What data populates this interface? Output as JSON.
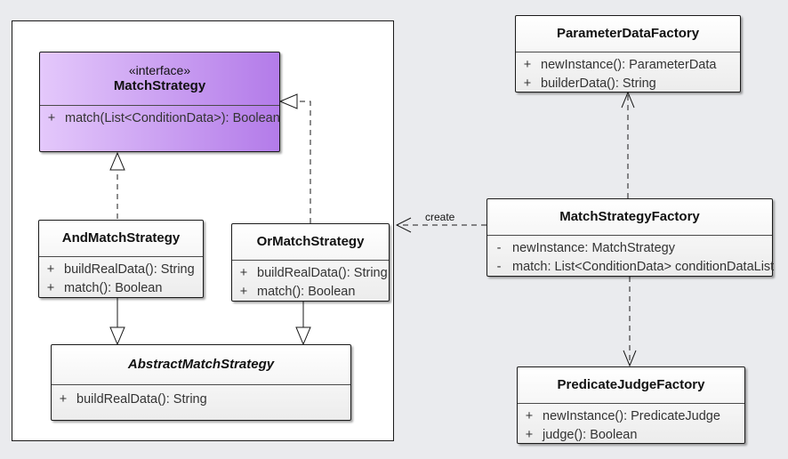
{
  "classes": {
    "match_strategy": {
      "stereotype": "«interface»",
      "name": "MatchStrategy",
      "members": [
        {
          "vis": "+",
          "text": "match(List<ConditionData>): Boolean"
        }
      ]
    },
    "and_match_strategy": {
      "name": "AndMatchStrategy",
      "members": [
        {
          "vis": "+",
          "text": "buildRealData(): String"
        },
        {
          "vis": "+",
          "text": "match(): Boolean"
        }
      ]
    },
    "or_match_strategy": {
      "name": "OrMatchStrategy",
      "members": [
        {
          "vis": "+",
          "text": "buildRealData(): String"
        },
        {
          "vis": "+",
          "text": "match(): Boolean"
        }
      ]
    },
    "abstract_match_strategy": {
      "name": "AbstractMatchStrategy",
      "members": [
        {
          "vis": "+",
          "text": "buildRealData(): String"
        }
      ]
    },
    "parameter_data_factory": {
      "name": "ParameterDataFactory",
      "members": [
        {
          "vis": "+",
          "text": "newInstance(): ParameterData"
        },
        {
          "vis": "+",
          "text": "builderData(): String"
        }
      ]
    },
    "match_strategy_factory": {
      "name": "MatchStrategyFactory",
      "members": [
        {
          "vis": "-",
          "text": "newInstance: MatchStrategy"
        },
        {
          "vis": "-",
          "text": "match: List<ConditionData> conditionDataList"
        }
      ]
    },
    "predicate_judge_factory": {
      "name": "PredicateJudgeFactory",
      "members": [
        {
          "vis": "+",
          "text": "newInstance(): PredicateJudge"
        },
        {
          "vis": "+",
          "text": "judge(): Boolean"
        }
      ]
    }
  },
  "relations": {
    "create_label": "create"
  },
  "colors": {
    "background": "#eaebee",
    "interface_fill_start": "#e4c8fb",
    "interface_fill_end": "#b37be9",
    "class_fill": "#ffffff",
    "line": "#1a1a1a"
  }
}
